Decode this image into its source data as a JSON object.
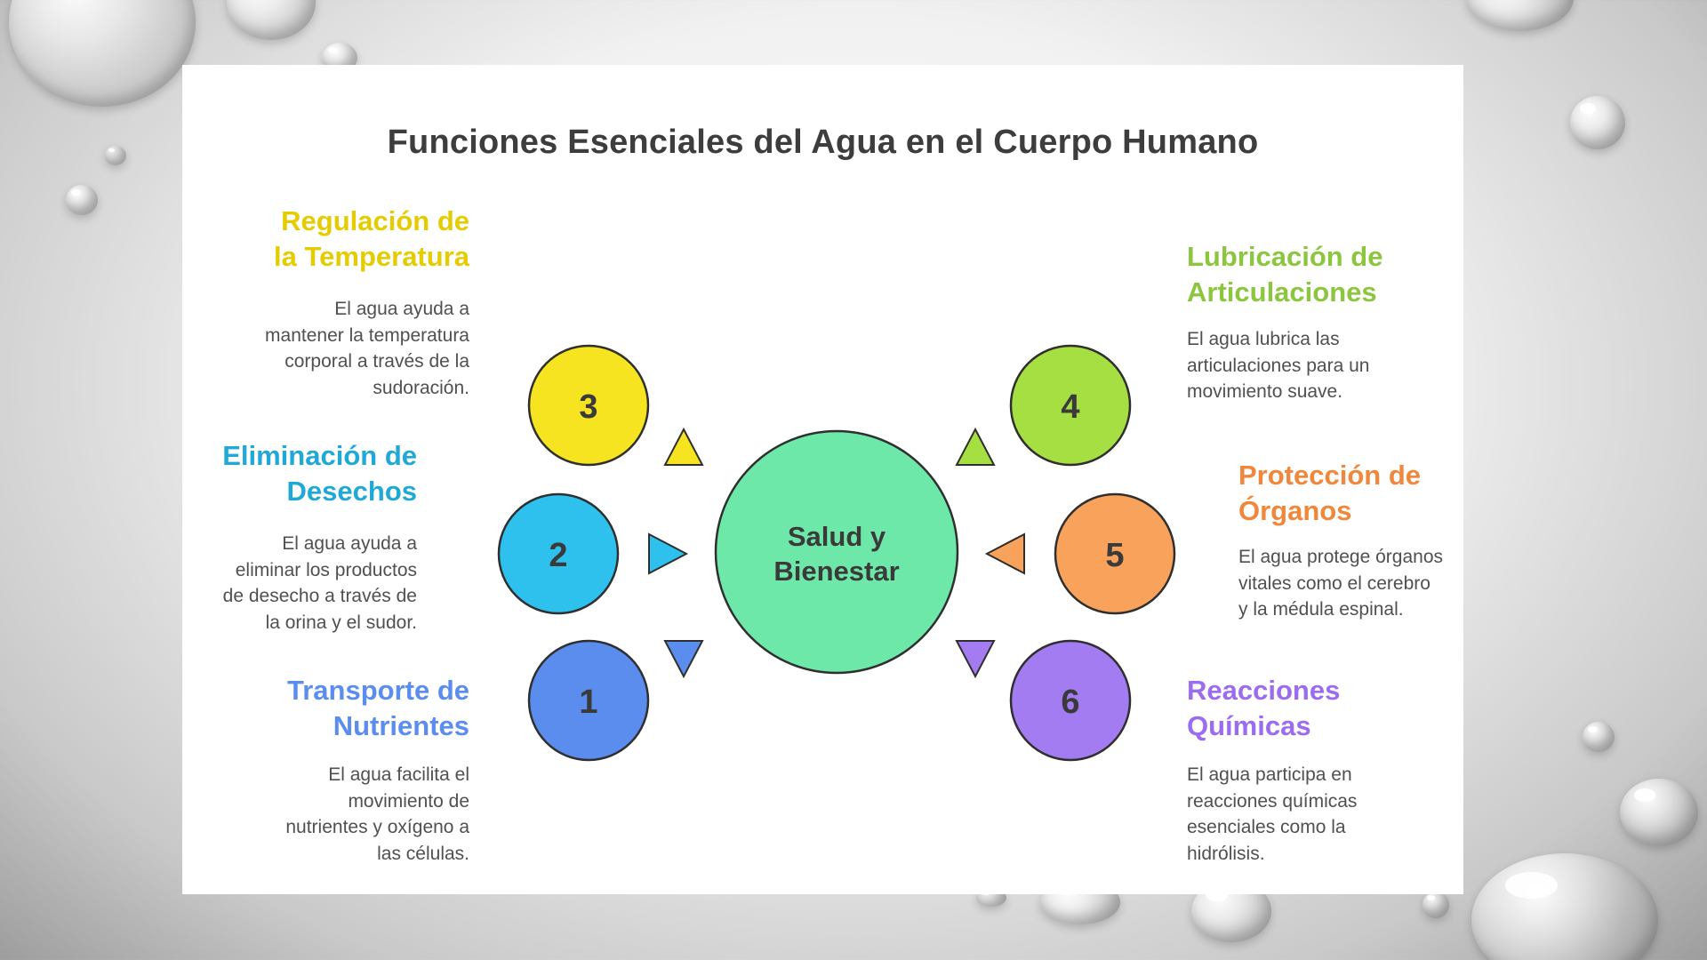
{
  "title": "Funciones Esenciales del Agua en el Cuerpo Humano",
  "center": {
    "line1": "Salud y",
    "line2": "Bienestar",
    "color": "#6EE8A8"
  },
  "items": [
    {
      "number": "1",
      "heading_lines": [
        "Transporte de",
        "Nutrientes"
      ],
      "description": "El agua facilita el movimiento de nutrientes y oxígeno a las células.",
      "color": "#5B8DEF"
    },
    {
      "number": "2",
      "heading_lines": [
        "Eliminación de",
        "Desechos"
      ],
      "description": "El agua ayuda a eliminar los productos de desecho a través de la orina y el sudor.",
      "color": "#1FA9D6"
    },
    {
      "number": "3",
      "heading_lines": [
        "Regulación de",
        "la Temperatura"
      ],
      "description": "El agua ayuda a mantener la temperatura corporal a través de la sudoración.",
      "color": "#E5CC00"
    },
    {
      "number": "4",
      "heading_lines": [
        "Lubricación de",
        "Articulaciones"
      ],
      "description": "El agua lubrica las articulaciones para un movimiento suave.",
      "color": "#8CC63F"
    },
    {
      "number": "5",
      "heading_lines": [
        "Protección de",
        "Órganos"
      ],
      "description": "El agua protege órganos vitales como el cerebro y la médula espinal.",
      "color": "#F0873A"
    },
    {
      "number": "6",
      "heading_lines": [
        "Reacciones",
        "Químicas"
      ],
      "description": "El agua participa en reacciones químicas esenciales como la hidrólisis.",
      "color": "#9B6CF0"
    }
  ],
  "circle_fills": {
    "1": "#5B8DEF",
    "2": "#2EC1EE",
    "3": "#F6E420",
    "4": "#A6DF42",
    "5": "#F8A25C",
    "6": "#A47CF2"
  }
}
